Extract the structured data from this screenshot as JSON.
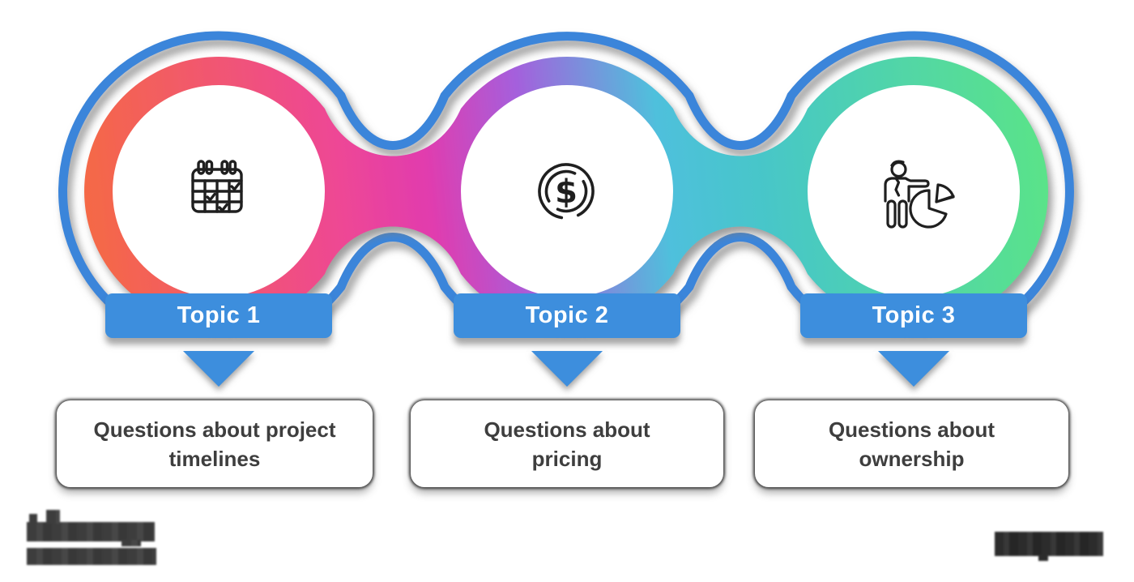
{
  "diagram": {
    "type": "three connected gradient circles with topic ribbons, arrows and description cards",
    "topics": [
      {
        "banner_label": "Topic 1",
        "description": "Questions about project timelines",
        "icon": "calendar-check-icon",
        "ring_gradient": [
          "#F56A43",
          "#EE4795"
        ]
      },
      {
        "banner_label": "Topic 2",
        "description": "Questions about pricing",
        "icon": "dollar-coin-icon",
        "ring_gradient": [
          "#E13CAE",
          "#A55FDC",
          "#4FC0DC"
        ]
      },
      {
        "banner_label": "Topic 3",
        "description": "Questions about ownership",
        "icon": "presenter-pie-chart-icon",
        "ring_gradient": [
          "#47C6C9",
          "#5BE487"
        ]
      }
    ],
    "colors": {
      "banner_blue": "#3D8EDD",
      "outline_blue": "#3A85DA",
      "text_dark": "#3E3E3E",
      "card_background": "#FFFFFF",
      "icon_stroke": "#1F1F1F",
      "shadow_gray": "#7D7D7D",
      "gradient_stops": [
        "#F56A43",
        "#EE4795",
        "#E13CAE",
        "#A55FDC",
        "#4FC0DC",
        "#47C6C9",
        "#5BE487"
      ]
    },
    "watermarks": {
      "bottom_left": {
        "legible": false,
        "note": "pixelated two-line logo"
      },
      "bottom_right": {
        "legible": false,
        "note": "pixelated word"
      }
    }
  }
}
